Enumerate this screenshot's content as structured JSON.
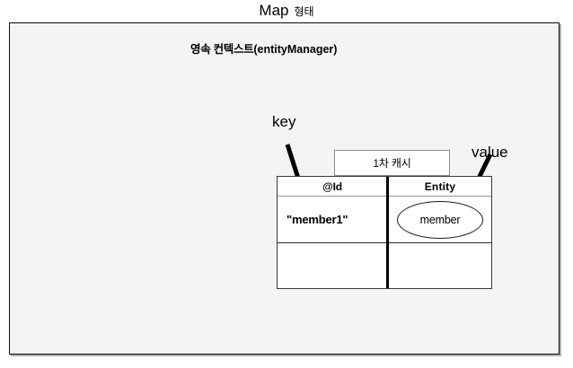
{
  "title": {
    "main": "Map",
    "sub": "형태"
  },
  "panel": {
    "context_heading_ko": "영속 컨텍스트",
    "context_heading_en": "(entityManager)",
    "background_color": "#f4f4f4",
    "border_color": "#0d0d0d"
  },
  "callouts": [
    {
      "id": "key",
      "label": "key"
    },
    {
      "id": "value",
      "label": "value"
    }
  ],
  "cache_box": {
    "label": "1차 캐시"
  },
  "map_table": {
    "columns": [
      "@Id",
      "Entity"
    ],
    "rows": [
      {
        "key": "\"member1\"",
        "value": "member"
      },
      {
        "key": "",
        "value": ""
      }
    ]
  }
}
